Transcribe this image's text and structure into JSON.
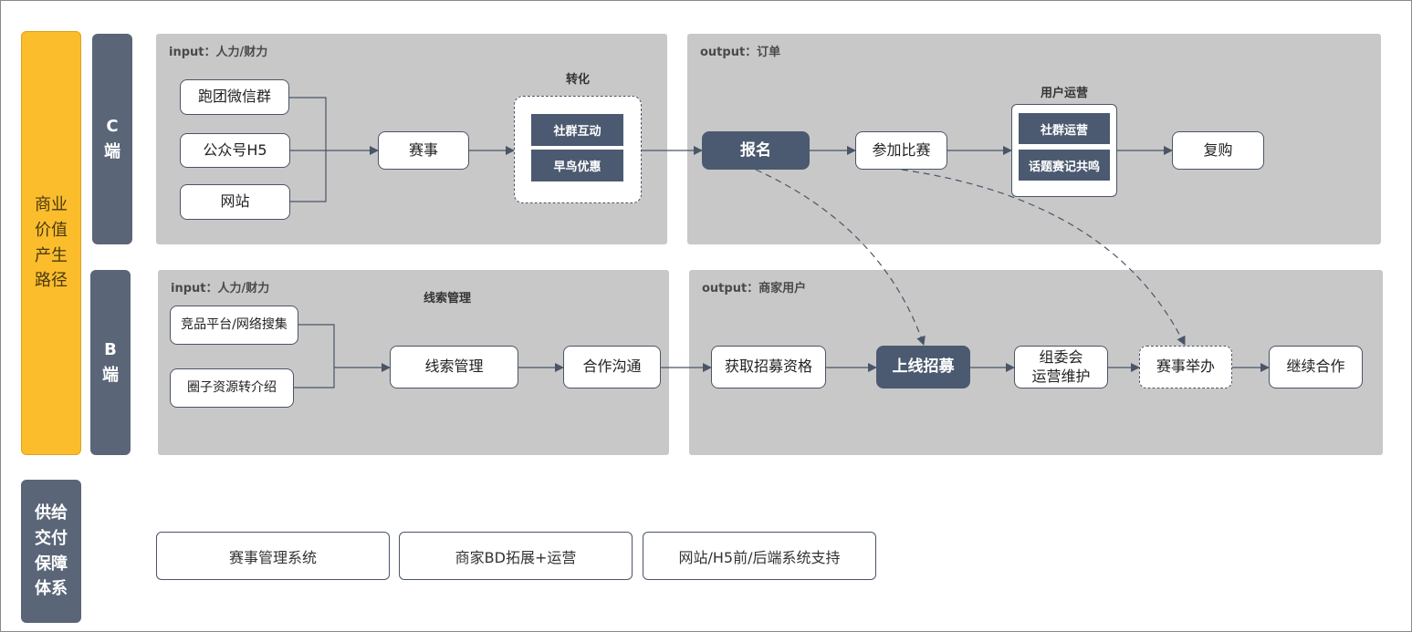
{
  "sidebar": {
    "main_label": "商业\n价值\n产生\n路径",
    "c_label": "C\n端",
    "b_label": "B\n端",
    "supply_label": "供给\n交付\n保障\n体系"
  },
  "c_row": {
    "input_label": "input：人力/财力",
    "output_label": "output：订单",
    "sources": [
      "跑团微信群",
      "公众号H5",
      "网站"
    ],
    "event": "赛事",
    "conversion_title": "转化",
    "conversion_items": [
      "社群互动",
      "早鸟优惠"
    ],
    "signup": "报名",
    "join": "参加比赛",
    "user_ops_title": "用户运营",
    "user_ops_items": [
      "社群运营",
      "话题赛记共鸣"
    ],
    "repurchase": "复购"
  },
  "b_row": {
    "input_label": "input：人力/财力",
    "output_label": "output：商家用户",
    "lead_title": "线索管理",
    "sources": [
      "竞品平台/网络搜集",
      "圈子资源转介绍"
    ],
    "lead_mgmt": "线索管理",
    "cooperation": "合作沟通",
    "qualification": "获取招募资格",
    "recruit": "上线招募",
    "committee": "组委会\n运营维护",
    "hosting": "赛事举办",
    "continue": "继续合作"
  },
  "supply": {
    "items": [
      "赛事管理系统",
      "商家BD拓展+运营",
      "网站/H5前/后端系统支持"
    ]
  },
  "colors": {
    "panel": "#c8c8c8",
    "dark_node": "#4b5a70",
    "gold": "#fbbd2c",
    "slate": "#5a6578",
    "line": "#4a5568"
  }
}
